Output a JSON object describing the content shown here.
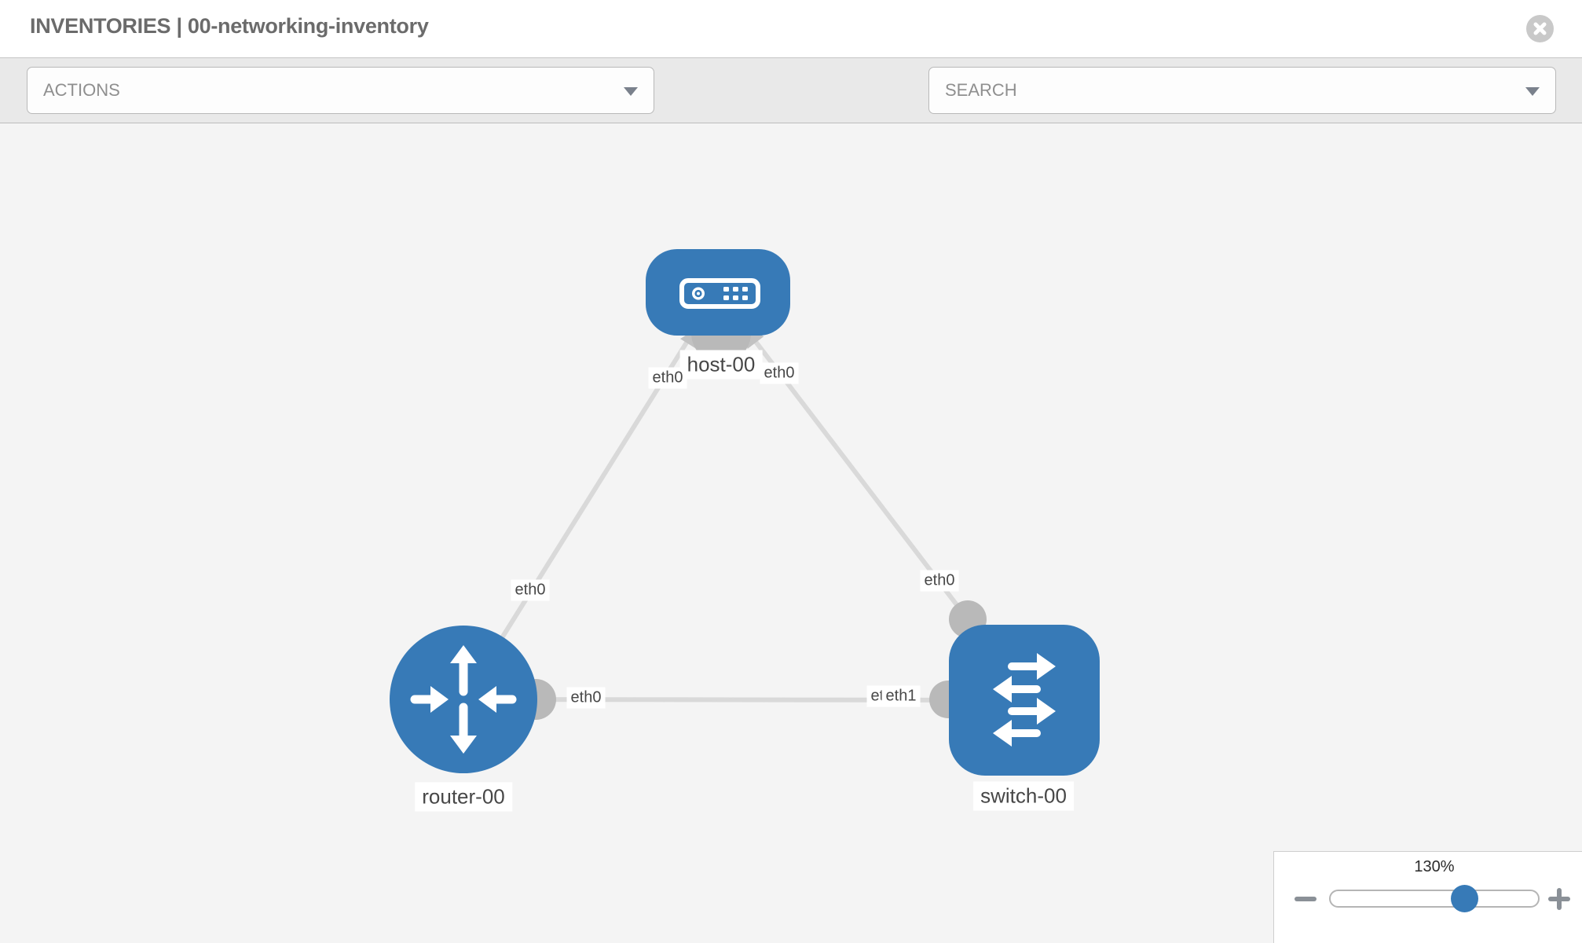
{
  "header": {
    "title": "INVENTORIES | 00-networking-inventory",
    "close_icon": "x-circle-icon"
  },
  "toolbar": {
    "actions_dropdown": {
      "label": "ACTIONS",
      "icon": "chevron-down-icon"
    },
    "search_dropdown": {
      "placeholder": "SEARCH",
      "icon": "chevron-down-icon"
    },
    "buttons": [
      {
        "name": "wrench-icon"
      },
      {
        "name": "key-icon"
      }
    ]
  },
  "topology": {
    "nodes": [
      {
        "id": "host-00",
        "label": "host-00",
        "type": "host",
        "icon": "host-icon"
      },
      {
        "id": "router-00",
        "label": "router-00",
        "type": "router",
        "icon": "router-icon"
      },
      {
        "id": "switch-00",
        "label": "switch-00",
        "type": "switch",
        "icon": "switch-icon"
      }
    ],
    "links": [
      {
        "from": "host-00",
        "to": "router-00",
        "from_interface": "eth0",
        "to_interface": "eth0"
      },
      {
        "from": "host-00",
        "to": "switch-00",
        "from_interface": "eth0",
        "to_interface": "eth0"
      },
      {
        "from": "router-00",
        "to": "switch-00",
        "from_interface": "eth0",
        "switch_side_labels": [
          "eth0",
          "eth1"
        ]
      }
    ]
  },
  "zoom_control": {
    "value": "130%",
    "zoom_out_icon": "minus-icon",
    "zoom_in_icon": "plus-icon",
    "slider_percent": 64
  },
  "colors": {
    "node_blue": "#377ab7",
    "link_gray": "#d9d9d9",
    "connector_gray": "#b9b9b9",
    "canvas_bg": "#f4f4f4",
    "toolbar_bg": "#e9e9e9",
    "label_text": "#474747",
    "muted_text": "#8f8f8f",
    "title_text": "#6b6b6b",
    "icon_gray": "#7d838d",
    "panel_border": "#cfcfcf"
  }
}
